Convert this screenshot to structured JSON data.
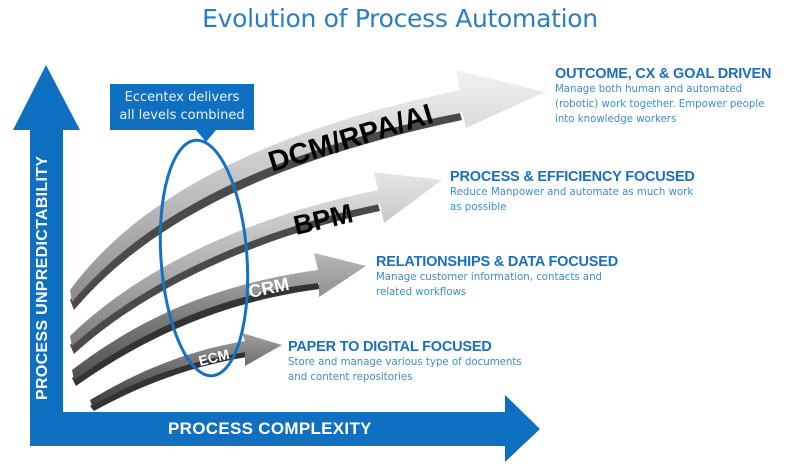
{
  "title": "Evolution of Process Automation",
  "axes": {
    "y_label": "PROCESS UNPREDICTABILITY",
    "x_label": "PROCESS COMPLEXITY",
    "color": "#0f6fc0"
  },
  "callout": {
    "line1": "Eccentex delivers",
    "line2": "all levels combined"
  },
  "levels": [
    {
      "arrow_label": "DCM/RPA/AI",
      "heading": "OUTCOME, CX & GOAL DRIVEN",
      "description_lines": [
        "Manage both human and automated",
        "(robotic) work together.  Empower people",
        "into knowledge workers"
      ]
    },
    {
      "arrow_label": "BPM",
      "heading": "PROCESS & EFFICIENCY FOCUSED",
      "description_lines": [
        "Reduce Manpower and automate as much work",
        "as possible"
      ]
    },
    {
      "arrow_label": "CRM",
      "heading": "RELATIONSHIPS & DATA FOCUSED",
      "description_lines": [
        "Manage customer information,  contacts and",
        "related workflows"
      ]
    },
    {
      "arrow_label": "ECM",
      "heading": "PAPER TO DIGITAL FOCUSED",
      "description_lines": [
        "Store and manage various type of documents",
        "and content repositories"
      ]
    }
  ],
  "colors": {
    "title": "#2a7fc4",
    "heading": "#1b6fbd",
    "description": "#3b8ed2",
    "ellipse": "#1670c4"
  }
}
